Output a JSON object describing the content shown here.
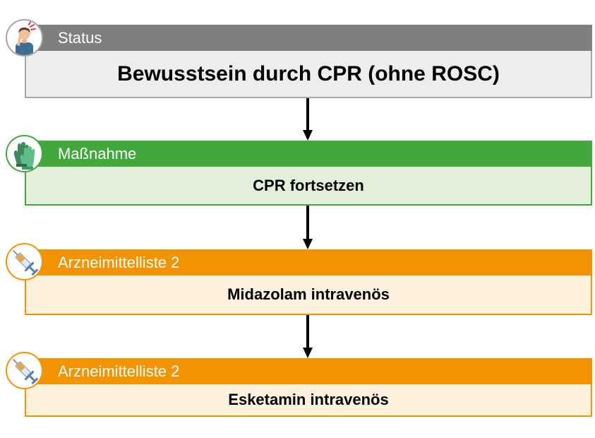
{
  "colors": {
    "status_header": "#7f7f7f",
    "status_body": "#ededed",
    "status_border": "#a6a6a6",
    "measure_header": "#43a83c",
    "measure_body": "#e2f0d9",
    "measure_border": "#43a83c",
    "drug_header": "#f29400",
    "drug_body": "#fdf0dd",
    "drug_border": "#f29400",
    "arrow": "#000000"
  },
  "steps": [
    {
      "header": "Status",
      "text": "Bewusstsein durch CPR (ohne ROSC)",
      "icon": "person-headache-icon"
    },
    {
      "header": "Maßnahme",
      "text": "CPR fortsetzen",
      "icon": "gloves-icon"
    },
    {
      "header": "Arzneimittelliste 2",
      "text": "Midazolam intravenös",
      "icon": "syringe-icon"
    },
    {
      "header": "Arzneimittelliste 2",
      "text": "Esketamin intravenös",
      "icon": "syringe-icon"
    }
  ]
}
